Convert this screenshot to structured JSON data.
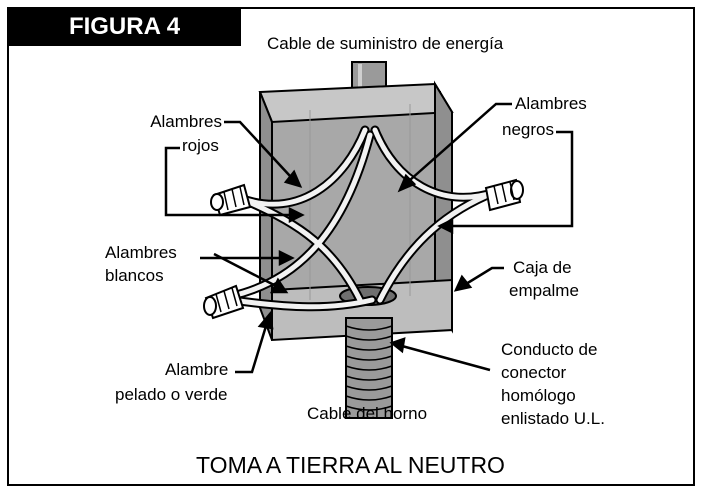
{
  "figure": {
    "tag": "FIGURA 4",
    "footer": "TOMA A TIERRA AL NEUTRO"
  },
  "labels": {
    "supply_cable": "Cable de suministro de energía",
    "red_wires_1": "Alambres",
    "red_wires_2": "rojos",
    "black_wires_1": "Alambres",
    "black_wires_2": "negros",
    "white_wires_1": "Alambres",
    "white_wires_2": "blancos",
    "junction_box_1": "Caja de",
    "junction_box_2": "empalme",
    "bare_wire_1": "Alambre",
    "bare_wire_2": "pelado o verde",
    "furnace_cable": "Cable del horno",
    "conduit_1": "Conducto de",
    "conduit_2": "conector",
    "conduit_3": "homólogo",
    "conduit_4": "enlistado U.L."
  },
  "colors": {
    "ink": "#000000",
    "box_fill": "#bdbdbd",
    "box_inner": "#a8a8a8",
    "box_side": "#8f8f8f",
    "pipe": "#9a9a9a",
    "wire": "#f2f2f2",
    "nut": "#ffffff"
  }
}
